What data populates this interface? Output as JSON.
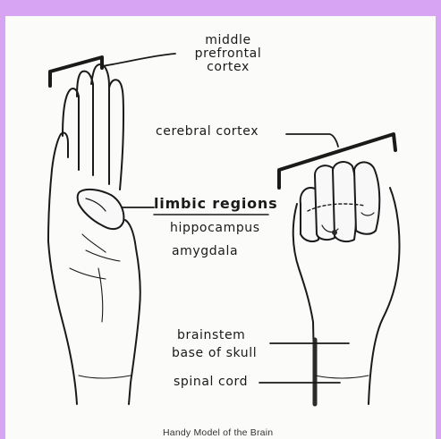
{
  "labels": {
    "middle_prefrontal_cortex": [
      "middle",
      "prefrontal",
      "cortex"
    ],
    "cerebral_cortex": "cerebral cortex",
    "limbic_regions": "limbic regions",
    "hippocampus": "hippocampus",
    "amygdala": "amygdala",
    "brainstem": "brainstem",
    "base_of_skull": "base of skull",
    "spinal_cord": "spinal cord"
  },
  "caption": "Handy Model of the Brain",
  "colors": {
    "frame": "#d6a4f2",
    "ink": "#1a1a1a",
    "shade": "#2b2b2b"
  }
}
